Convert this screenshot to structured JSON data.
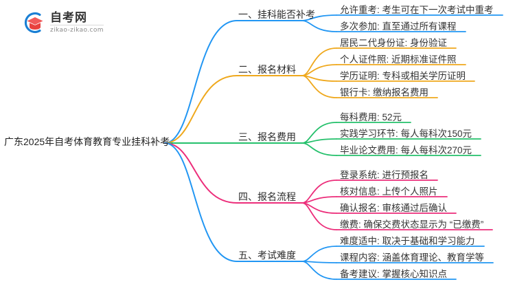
{
  "logo": {
    "title": "自考网",
    "subtitle": "zikao-zikao.com",
    "mark_icon": "graduation-cap-logo-icon",
    "arc_color": "#1a7fd4",
    "cap_color": "#e8413e"
  },
  "mindmap": {
    "root": {
      "label": "广东2025年自考体育教育专业挂科补考"
    },
    "colors": {
      "blue": "#2196f3",
      "orange": "#efa81c",
      "green": "#24c06b",
      "pink": "#ec2d7a"
    },
    "branches": [
      {
        "label": "一、挂科能否补考",
        "color": "#2196f3",
        "children": [
          {
            "text": "允许重考: 考生可在下一次考试中重考"
          },
          {
            "text": "多次参加: 直至通过所有课程"
          }
        ]
      },
      {
        "label": "二、报名材料",
        "color": "#efa81c",
        "children": [
          {
            "text": "居民二代身份证: 身份验证"
          },
          {
            "text": "个人证件照: 近期标准证件照"
          },
          {
            "text": "学历证明: 专科或相关学历证明"
          },
          {
            "text": "银行卡: 缴纳报名费用"
          }
        ]
      },
      {
        "label": "三、报名费用",
        "color": "#24c06b",
        "children": [
          {
            "text": "每科费用: 52元"
          },
          {
            "text": "实践学习环节: 每人每科次150元"
          },
          {
            "text": "毕业论文费用: 每人每科次270元"
          }
        ]
      },
      {
        "label": "四、报名流程",
        "color": "#ec2d7a",
        "children": [
          {
            "text": "登录系统: 进行预报名"
          },
          {
            "text": "核对信息: 上传个人照片"
          },
          {
            "text": "确认报名: 审核通过后确认"
          },
          {
            "text": "缴费: 确保交费状态显示为 “已缴费”"
          }
        ]
      },
      {
        "label": "五、考试难度",
        "color": "#2196f3",
        "children": [
          {
            "text": "难度适中: 取决于基础和学习能力"
          },
          {
            "text": "课程内容: 涵盖体育理论、教育学等"
          },
          {
            "text": "备考建议: 掌握核心知识点"
          }
        ]
      }
    ]
  }
}
